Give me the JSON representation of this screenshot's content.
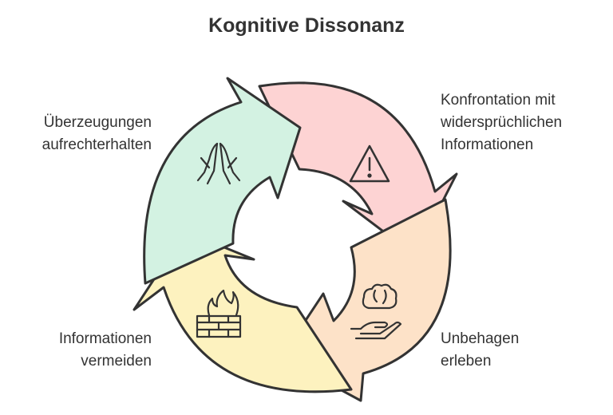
{
  "title": "Kognitive Dissonanz",
  "colors": {
    "outline": "#333333",
    "segment_top_right": "#fdd3d3",
    "segment_bottom_right": "#fde2c8",
    "segment_bottom_left": "#fdf2bf",
    "segment_top_left": "#d3f2e2"
  },
  "steps": [
    {
      "lines": [
        "Konfrontation mit",
        "widersprüchlichen",
        "Informationen"
      ],
      "icon": "warning-icon"
    },
    {
      "lines": [
        "Unbehagen",
        "erleben"
      ],
      "icon": "brain-hand-icon"
    },
    {
      "lines": [
        "Informationen",
        "vermeiden"
      ],
      "icon": "firewall-icon"
    },
    {
      "lines": [
        "Überzeugungen",
        "aufrechterhalten"
      ],
      "icon": "praying-hands-icon"
    }
  ]
}
